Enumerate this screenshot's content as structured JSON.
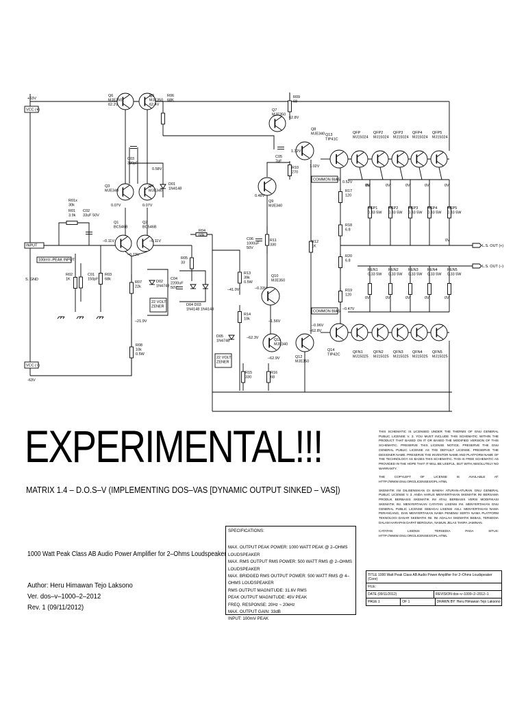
{
  "diagram": {
    "rails": {
      "pos": "+63V",
      "neg": "-63V",
      "vcc_pos": "VCC (+)",
      "vcc_neg": "VCC (−)"
    },
    "io": {
      "input": "INPUT",
      "input_note": "100mV–PEAK INPUT",
      "sgnd": "S. GND",
      "out_pos": "L.S. OUT (+)",
      "out_neg": "L.S. OUT (–)"
    },
    "transistors": [
      {
        "ref": "Q6",
        "part": "MJE350"
      },
      {
        "ref": "Q5",
        "part": "MJE350"
      },
      {
        "ref": "Q3",
        "part": "MJE340"
      },
      {
        "ref": "Q4",
        "part": "MJE340"
      },
      {
        "ref": "Q1",
        "part": "BC546B"
      },
      {
        "ref": "Q2",
        "part": "BC546B"
      },
      {
        "ref": "Q7",
        "part": "MJE350"
      },
      {
        "ref": "Q8",
        "part": "MJE340"
      },
      {
        "ref": "Q9",
        "part": "MJE340"
      },
      {
        "ref": "Q10",
        "part": "MJE350"
      },
      {
        "ref": "Q11",
        "part": "MJE340"
      },
      {
        "ref": "Q12",
        "part": "MJE350"
      },
      {
        "ref": "Q13",
        "part": "TIP41C"
      },
      {
        "ref": "Q14",
        "part": "TIP42C"
      }
    ],
    "output_pos": [
      {
        "ref": "QFP",
        "part": "MJ15024"
      },
      {
        "ref": "QFP2",
        "part": "MJ15024"
      },
      {
        "ref": "QFP3",
        "part": "MJ15024"
      },
      {
        "ref": "QFP4",
        "part": "MJ15024"
      },
      {
        "ref": "QFP5",
        "part": "MJ15024"
      }
    ],
    "output_neg": [
      {
        "ref": "QFN1",
        "part": "MJ15025"
      },
      {
        "ref": "QFN2",
        "part": "MJ15025"
      },
      {
        "ref": "QFN3",
        "part": "MJ15025"
      },
      {
        "ref": "QFN4",
        "part": "MJ15025"
      },
      {
        "ref": "QFN5",
        "part": "MJ15025"
      }
    ],
    "emitter_pos": [
      {
        "ref": "REP1",
        "val": "0.33 5W"
      },
      {
        "ref": "REP2",
        "val": "0.33 5W"
      },
      {
        "ref": "REP3",
        "val": "0.33 5W"
      },
      {
        "ref": "REP4",
        "val": "0.33 5W"
      },
      {
        "ref": "REP5",
        "val": "0.33 5W"
      }
    ],
    "emitter_neg": [
      {
        "ref": "REN1",
        "val": "0.33 5W"
      },
      {
        "ref": "REN2",
        "val": "0.33 5W"
      },
      {
        "ref": "REN3",
        "val": "0.33 5W"
      },
      {
        "ref": "REN4",
        "val": "0.33 5W"
      },
      {
        "ref": "REN5",
        "val": "0.33 5W"
      }
    ],
    "resistors": [
      {
        "ref": "R06",
        "val": "68K"
      },
      {
        "ref": "R01x",
        "val": "30k"
      },
      {
        "ref": "R01",
        "val": "3.9k"
      },
      {
        "ref": "R02",
        "val": "1K"
      },
      {
        "ref": "R03",
        "val": "68k"
      },
      {
        "ref": "R04",
        "val": "68k"
      },
      {
        "ref": "R05",
        "val": "33"
      },
      {
        "ref": "R07",
        "val": "22k"
      },
      {
        "ref": "R08",
        "val": "10k 0.5W"
      },
      {
        "ref": "R09",
        "val": "68"
      },
      {
        "ref": "R10",
        "val": "270"
      },
      {
        "ref": "R11",
        "val": "330"
      },
      {
        "ref": "R12",
        "val": "1K"
      },
      {
        "ref": "R13",
        "val": "39k 0.5W"
      },
      {
        "ref": "R14",
        "val": "10k"
      },
      {
        "ref": "R15",
        "val": "330"
      },
      {
        "ref": "R16",
        "val": "68"
      },
      {
        "ref": "R17",
        "val": "120"
      },
      {
        "ref": "R18",
        "val": "6.8"
      },
      {
        "ref": "R19",
        "val": "120"
      },
      {
        "ref": "R20",
        "val": "6.8"
      }
    ],
    "caps": [
      {
        "ref": "C03",
        "val": "330pF"
      },
      {
        "ref": "C02",
        "val": "33uF 50V"
      },
      {
        "ref": "C01",
        "val": "150pF"
      },
      {
        "ref": "C04",
        "val": "2200uF 50V"
      },
      {
        "ref": "C05",
        "val": "7pF"
      },
      {
        "ref": "C06",
        "val": "1000uF 50V"
      }
    ],
    "diodes": [
      {
        "ref": "D01",
        "val": "1N4148"
      },
      {
        "ref": "D02",
        "val": "1N4748"
      },
      {
        "ref": "D04",
        "val": "1N4148"
      },
      {
        "ref": "D03",
        "val": "1N4148"
      },
      {
        "ref": "D05",
        "val": "1N4748"
      }
    ],
    "notes": {
      "zener": "22 VOLT ZENER",
      "common_bias": "COMMON BIAS"
    },
    "voltages": {
      "q6": "62.2V",
      "q5": "62.4V",
      "q3": "0.07V",
      "q4": "0.07V",
      "d01": "0.58V",
      "q1": "–0.11V",
      "q2": "–0.11V",
      "q12e": "–0.73V",
      "r07": "–21.9V",
      "q7": "62.8V",
      "q8": "1.32V",
      "q13": "1.02V",
      "q9": "0.48V",
      "r17": "0.52V",
      "zero": "0V",
      "q10": "–0.33V",
      "r13": "–41.0V",
      "q10c": "–1.56V",
      "r19": "–0.47V",
      "q14": "–0.96V",
      "q11": "–62.3V",
      "q11e": "–62.9V",
      "q12": "–62.8V"
    }
  },
  "title": {
    "main": "EXPERIMENTAL!!!",
    "subtitle": "MATRIX 1.4 – D.O.S–V (IMPLEMENTING DOS–VAS [DYNAMIC OUTPUT SINKED – VAS])",
    "description": "1000 Watt Peak Class AB Audio Power  Amplifier  for  2–Ohms  Loudspeaker",
    "author": "Author: Heru Himawan Tejo Laksono",
    "version": "Ver. dos–v–1000–2–2012",
    "revision": "Rev. 1 (09/11/2012)"
  },
  "license": {
    "p1": "This schematic is licensed under the therms of GNU General Public License v. 3. You must include this schematic within the product that based on it or based the modified version of this schematic. Preserve this license notice. Preserve the GNU General Public License as the default license. Preserve the designer name. Preserve the inventor name and platform name of the technology as bases this schematic. This is free schematic as provided in the hope that it will be useful, but with absolutely no warranty.",
    "p2": "The copyleft of license is available at: http://www.gnu.org/licenses/gpl.html",
    "p3": "Skematik ini dilisensikan di bawah aturan-aturan GNU General Public License v. 3. Anda harus menyertakan skematik ini bersama produk berbasis skematik ini atau berbasis versi modifikasi skematik ini. Menyertakan catatan lisensi ini. Menyertakan GNU General Public License sebagai lisensi asli. Menyertakan nama perancang, dan menyertakan nama penemu serta nama platform teknologi dasar skematik ini. Ini adalah skematik bebas, tersedia dalam harapan dapat berguna, namun jelas tanpa jaminan.",
    "p4": "Catatan lisensi tersedia pada situs: http://www.gnu.org/licenses/gpl.html"
  },
  "specs": {
    "heading": "SPECIFICATIONS:",
    "lines": [
      "MAX. OUTPUT PEAK POWER: 1000 WATT PEAK @ 2–OHMS LOUDSPEAKER",
      "MAX. RMS OUTPUT RMS POWER: 500 WATT RMS @ 2–OHMS LOUDSPEAKER",
      "MAX. BRIDGED RMS OUTPUT POWER: 500 WATT RMS @ 4–OHMS LOUDSPEAKER",
      "RMS OUTPUT MAGNITUDE: 31.6V RMS",
      "PEAK OUTPUT MAGNITUDE: 45V PEAK",
      "FREQ. RESPONSE: 20Hz ~ 20kHz",
      "MAX. OUTPUT GAIN: 33dB",
      "INPUT: 100mV PEAK"
    ]
  },
  "titleblock": {
    "title": "TITLE 1000 Watt Peak Class AB Audio Power Amplifier For 2–Ohms Loudspeaker (Core)",
    "file": "FILE:",
    "date": "DATE (09/11/2012)",
    "revision": "REVISION dos–v–1000–2–2012–1",
    "page": "PAGE 1",
    "of": "OF 1",
    "drawn": "DRAWN BY: Heru Himawan Tejo Laksono"
  }
}
